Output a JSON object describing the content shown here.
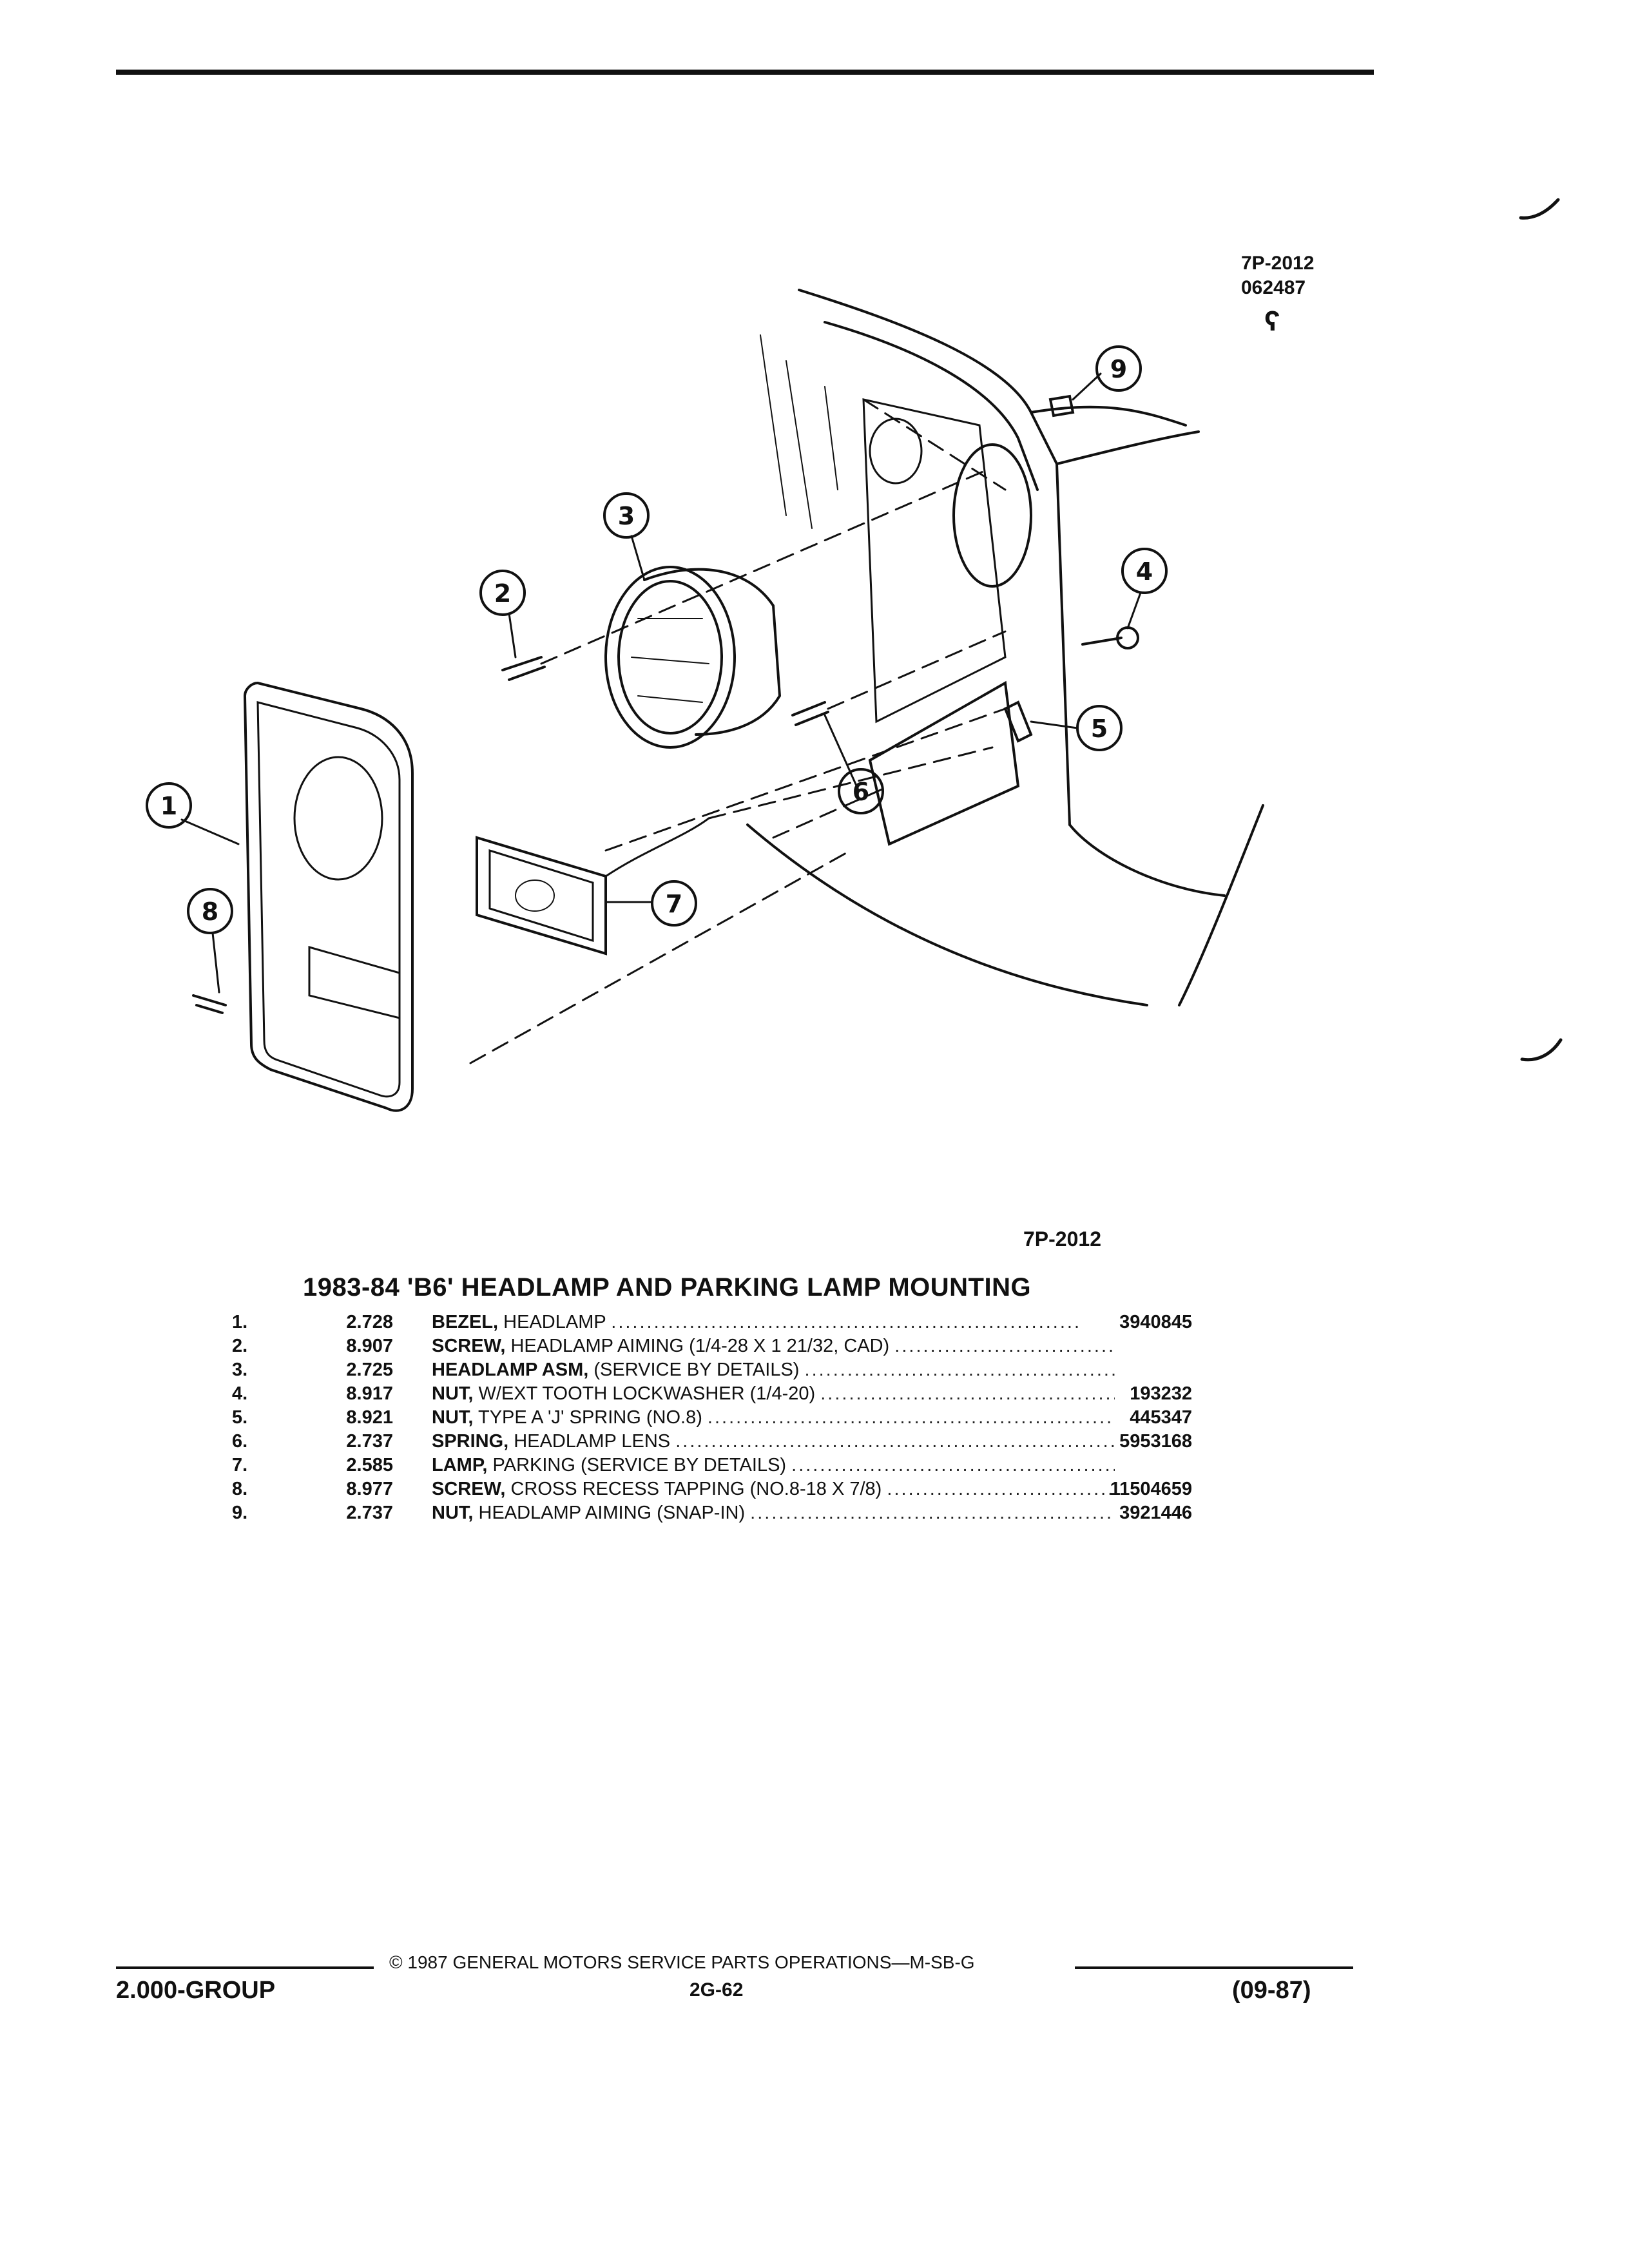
{
  "figure": {
    "code_top": [
      "7P-2012",
      "062487"
    ],
    "mark": "ʕ",
    "code_bottom": "7P-2012",
    "callouts": [
      "1",
      "2",
      "3",
      "4",
      "5",
      "6",
      "7",
      "8",
      "9"
    ]
  },
  "title": "1983-84 'B6' HEADLAMP AND PARKING LAMP MOUNTING",
  "parts": [
    {
      "num": "1.",
      "group": "2.728",
      "name": "BEZEL,",
      "desc": " HEADLAMP",
      "part_no": "3940845"
    },
    {
      "num": "2.",
      "group": "8.907",
      "name": "SCREW,",
      "desc": " HEADLAMP AIMING (1/4-28 X 1 21/32, CAD)",
      "part_no": ""
    },
    {
      "num": "3.",
      "group": "2.725",
      "name": "HEADLAMP ASM,",
      "desc": " (SERVICE BY DETAILS)",
      "part_no": ""
    },
    {
      "num": "4.",
      "group": "8.917",
      "name": "NUT,",
      "desc": " W/EXT TOOTH LOCKWASHER (1/4-20)",
      "part_no": "193232"
    },
    {
      "num": "5.",
      "group": "8.921",
      "name": "NUT,",
      "desc": " TYPE A 'J' SPRING (NO.8)",
      "part_no": "445347"
    },
    {
      "num": "6.",
      "group": "2.737",
      "name": "SPRING,",
      "desc": " HEADLAMP LENS",
      "part_no": "5953168"
    },
    {
      "num": "7.",
      "group": "2.585",
      "name": "LAMP,",
      "desc": " PARKING (SERVICE BY DETAILS)",
      "part_no": ""
    },
    {
      "num": "8.",
      "group": "8.977",
      "name": "SCREW,",
      "desc": " CROSS RECESS TAPPING (NO.8-18 X 7/8)",
      "part_no": "11504659"
    },
    {
      "num": "9.",
      "group": "2.737",
      "name": "NUT,",
      "desc": " HEADLAMP AIMING (SNAP-IN)",
      "part_no": "3921446"
    }
  ],
  "footer": {
    "copyright": "© 1987 GENERAL MOTORS SERVICE PARTS OPERATIONS—M-SB-G",
    "group": "2.000-GROUP",
    "page": "2G-62",
    "date": "(09-87)"
  }
}
